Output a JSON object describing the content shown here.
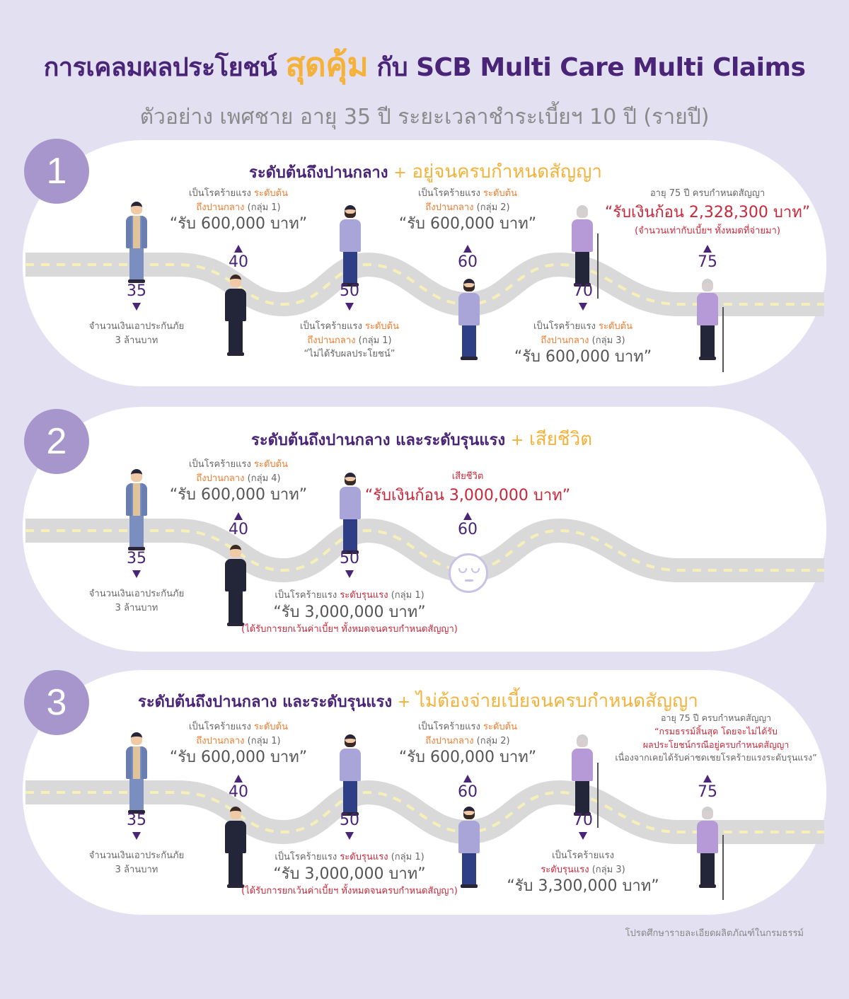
{
  "header": {
    "title_prefix": "การเคลมผลประโยชน์",
    "title_highlight": "สุดคุ้ม",
    "title_suffix": "กับ SCB Multi Care Multi Claims",
    "subtitle": "ตัวอย่าง เพศชาย อายุ 35 ปี ระยะเวลาชำระเบี้ยฯ 10 ปี (รายปี)"
  },
  "colors": {
    "background": "#e3e0f2",
    "panel": "#ffffff",
    "badge": "#a796cc",
    "title_purple": "#4a2477",
    "accent_yellow": "#f4b23a",
    "accent_orange": "#ef7a2c",
    "accent_red": "#c8283a",
    "road": "#d9d9d9",
    "road_dash": "#f6f0b8"
  },
  "panels": [
    {
      "number": "1",
      "title_main": "ระดับต้นถึงปานกลาง",
      "plus": "+",
      "title_accent": "อยู่จนครบกำหนดสัญญา",
      "ages": [
        "35",
        "40",
        "50",
        "60",
        "70",
        "75"
      ],
      "sum_insured": {
        "line1": "จำนวนเงินเอาประกันภัย",
        "line2": "3 ล้านบาท"
      },
      "events": [
        {
          "age": "40",
          "l1a": "เป็นโรคร้ายแรง",
          "l1b": "ระดับต้น",
          "l2a": "ถึงปานกลาง",
          "l2b": "(กลุ่ม 1)",
          "amount": "“รับ 600,000 บาท”"
        },
        {
          "age": "50",
          "l1a": "เป็นโรคร้ายแรง",
          "l1b": "ระดับต้น",
          "l2a": "ถึงปานกลาง",
          "l2b": "(กลุ่ม 1)",
          "amount": "“ไม่ได้รับผลประโยชน์”"
        },
        {
          "age": "60",
          "l1a": "เป็นโรคร้ายแรง",
          "l1b": "ระดับต้น",
          "l2a": "ถึงปานกลาง",
          "l2b": "(กลุ่ม 2)",
          "amount": "“รับ 600,000 บาท”"
        },
        {
          "age": "70",
          "l1a": "เป็นโรคร้ายแรง",
          "l1b": "ระดับต้น",
          "l2a": "ถึงปานกลาง",
          "l2b": "(กลุ่ม 3)",
          "amount": "“รับ 600,000 บาท”"
        },
        {
          "age": "75",
          "l1": "อายุ 75 ปี ครบกำหนดสัญญา",
          "amount": "“รับเงินก้อน 2,328,300 บาท”",
          "note": "(จำนวนเท่ากับเบี้ยฯ ทั้งหมดที่จ่ายมา)"
        }
      ]
    },
    {
      "number": "2",
      "title_main": "ระดับต้นถึงปานกลาง และระดับรุนแรง",
      "plus": "+",
      "title_accent": "เสียชีวิต",
      "ages": [
        "35",
        "40",
        "50",
        "60"
      ],
      "sum_insured": {
        "line1": "จำนวนเงินเอาประกันภัย",
        "line2": "3 ล้านบาท"
      },
      "events": [
        {
          "age": "40",
          "l1a": "เป็นโรคร้ายแรง",
          "l1b": "ระดับต้น",
          "l2a": "ถึงปานกลาง",
          "l2b": "(กลุ่ม 4)",
          "amount": "“รับ 600,000 บาท”"
        },
        {
          "age": "50",
          "l1a": "เป็นโรคร้ายแรง",
          "l1b": "ระดับรุนแรง",
          "l1c": "(กลุ่ม 1)",
          "amount": "“รับ 3,000,000 บาท”",
          "note": "(ได้รับการยกเว้นค่าเบี้ยฯ ทั้งหมดจนครบกำหนดสัญญา)"
        },
        {
          "age": "60",
          "l1": "เสียชีวิต",
          "amount": "“รับเงินก้อน 3,000,000 บาท”"
        }
      ]
    },
    {
      "number": "3",
      "title_main": "ระดับต้นถึงปานกลาง และระดับรุนแรง",
      "plus": "+",
      "title_accent": "ไม่ต้องจ่ายเบี้ยจนครบกำหนดสัญญา",
      "ages": [
        "35",
        "40",
        "50",
        "60",
        "70",
        "75"
      ],
      "sum_insured": {
        "line1": "จำนวนเงินเอาประกันภัย",
        "line2": "3 ล้านบาท"
      },
      "events": [
        {
          "age": "40",
          "l1a": "เป็นโรคร้ายแรง",
          "l1b": "ระดับต้น",
          "l2a": "ถึงปานกลาง",
          "l2b": "(กลุ่ม 1)",
          "amount": "“รับ 600,000 บาท”"
        },
        {
          "age": "50",
          "l1a": "เป็นโรคร้ายแรง",
          "l1b": "ระดับรุนแรง",
          "l1c": "(กลุ่ม 1)",
          "amount": "“รับ 3,000,000 บาท”",
          "note": "(ได้รับการยกเว้นค่าเบี้ยฯ ทั้งหมดจนครบกำหนดสัญญา)"
        },
        {
          "age": "60",
          "l1a": "เป็นโรคร้ายแรง",
          "l1b": "ระดับต้น",
          "l2a": "ถึงปานกลาง",
          "l2b": "(กลุ่ม 2)",
          "amount": "“รับ 600,000 บาท”"
        },
        {
          "age": "70",
          "l1": "เป็นโรคร้ายแรง",
          "l2a": "ระดับรุนแรง",
          "l2b": "(กลุ่ม 3)",
          "amount": "“รับ 3,300,000 บาท”"
        },
        {
          "age": "75",
          "l1": "อายุ 75 ปี ครบกำหนดสัญญา",
          "r1": "“กรมธรรม์สิ้นสุด โดยจะไม่ได้รับ",
          "r2": "ผลประโยชน์กรณีอยู่ครบกำหนดสัญญา",
          "l4": "เนื่องจากเคยได้รับค่าชดเชยโรคร้ายแรงระดับรุนแรง”"
        }
      ]
    }
  ],
  "footnote": "โปรดศึกษารายละเอียดผลิตภัณฑ์ในกรมธรรม์"
}
